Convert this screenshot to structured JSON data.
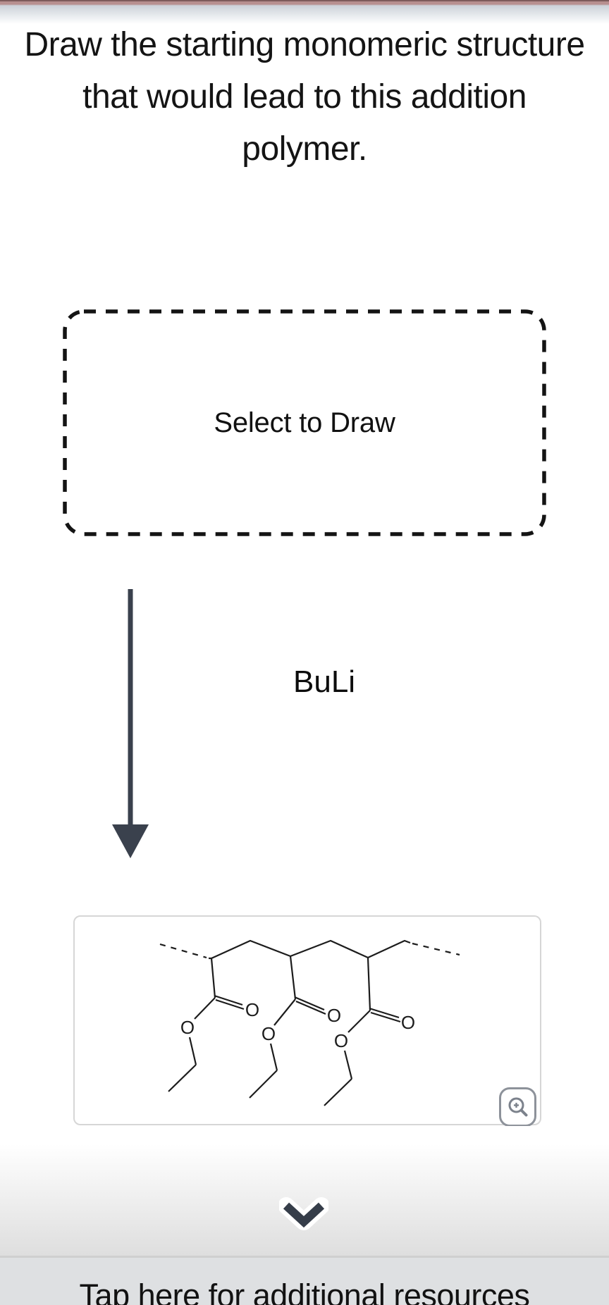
{
  "page": {
    "title": "Draw the starting monomeric structure that would lead to this addition polymer."
  },
  "select_box": {
    "label": "Select to Draw"
  },
  "reaction": {
    "reagent": "BuLi",
    "arrow_direction": "down"
  },
  "structure_panel": {
    "atom_labels": [
      "O",
      "O",
      "O",
      "O",
      "O",
      "O"
    ],
    "truncation_style": "dashed-bonds-at-both-ends",
    "zoom_button_icon": "magnifier-plus-icon"
  },
  "footer": {
    "chevron_icon": "chevron-down-icon",
    "resources_text": "Tap here for additional resources"
  },
  "colors": {
    "top_accent": "#b78f8f",
    "top_accent_dark": "#7d5b5b",
    "arrow": "#3a414d",
    "chevron": "#353d49",
    "panel_border": "#d6d6d6",
    "footer_bg": "#dee0e2",
    "bond": "#1c1c1c"
  }
}
